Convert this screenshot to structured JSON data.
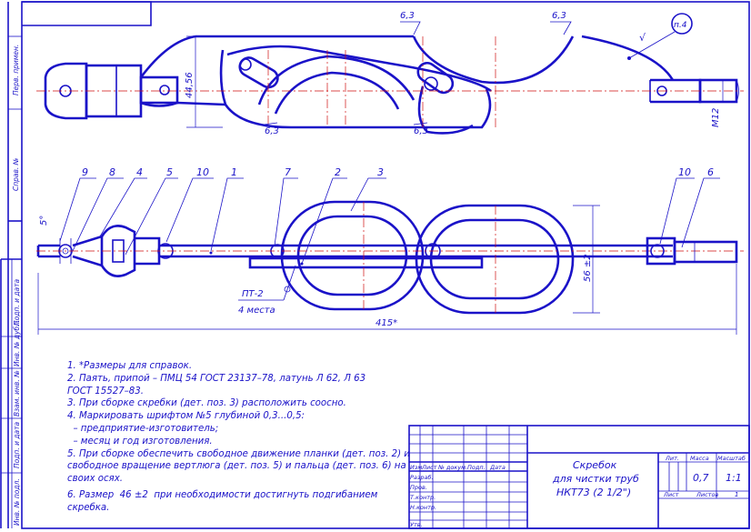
{
  "drawing": {
    "top_view": {
      "dim_height": "44,56",
      "thread_label": "M12",
      "surface_finish": [
        "6,3",
        "6,3",
        "6,3",
        "6,3"
      ],
      "surface_finish_symbol": "√",
      "position_label": "п.4"
    },
    "front_view": {
      "positions": [
        "9",
        "8",
        "4",
        "5",
        "10",
        "1",
        "7",
        "2",
        "3",
        "10",
        "6"
      ],
      "angle_label": "5°",
      "height_label": "56 ±2",
      "length_label": "415*",
      "solder_mark": "ПТ-2",
      "solder_places": "4 места"
    },
    "notes": [
      "1. *Размеры для справок.",
      "2. Паять, припой – ПМЦ 54 ГОСТ 23137–78, латунь Л 62, Л 63",
      "ГОСТ 15527–83.",
      "3. При сборке скребки (дет. поз. 3) расположить соосно.",
      "4. Маркировать шрифтом №5 глубиной 0,3...0,5:",
      "  – предприятие-изготовитель;",
      "  – месяц и год изготовления.",
      "5. При сборке обеспечить свободное движение планки (дет. поз. 2) и",
      "свободное вращение вертлюга (дет. поз. 5) и пальца (дет. поз. 6) на",
      "своих осях.",
      "6. Размер  46 ±2  при необходимости достигнуть подгибанием",
      "скребка."
    ],
    "side_stamp": [
      "Перв. примен.",
      "Справ. №",
      "Подп. и дата",
      "Инв. № дубл.",
      "Взам. инв. №",
      "Подп. и дата",
      "Инв. № подл."
    ]
  },
  "title_block": {
    "title": [
      "Скребок",
      "для чистки труб",
      "НКТ73 (2 1/2\")"
    ],
    "headers": [
      "Изм",
      "Лист",
      "№ докум.",
      "Подп.",
      "Дата"
    ],
    "roles": [
      "Разраб.",
      "Пров.",
      "Т.контр.",
      "Н.контр.",
      "Утв."
    ],
    "lit": "Лит.",
    "mass_label": "Масса",
    "scale_label": "Масштаб",
    "mass": "0,7",
    "scale": "1:1",
    "sheet_label": "Лист",
    "sheets_label": "Листов",
    "sheets": "1"
  }
}
